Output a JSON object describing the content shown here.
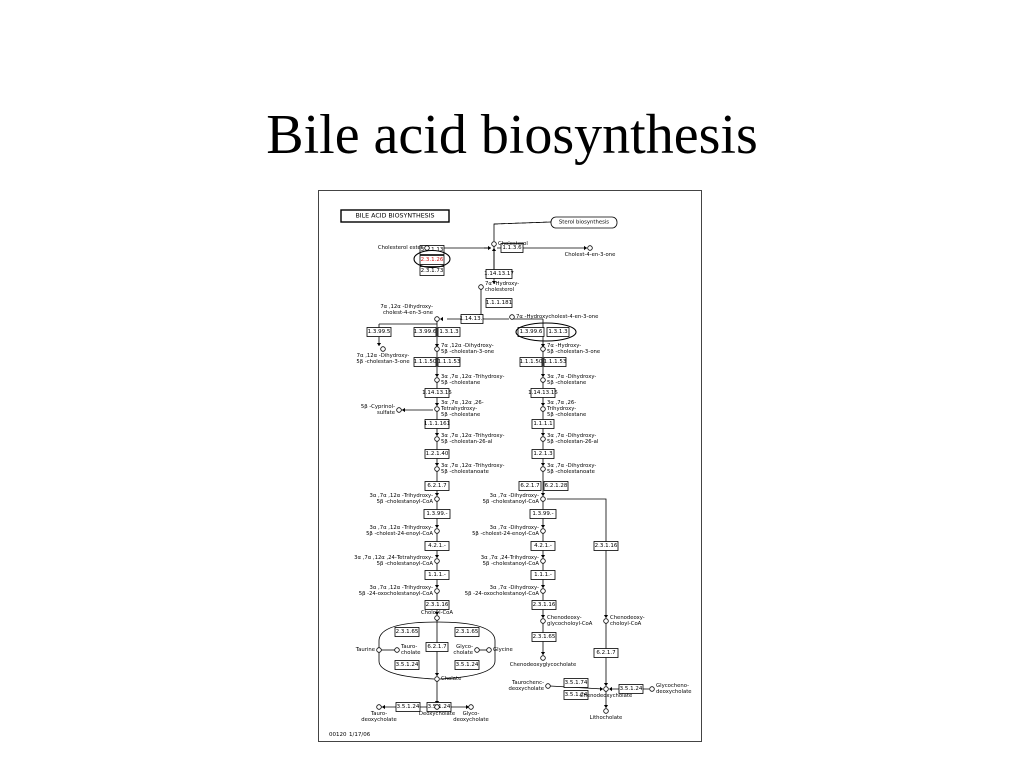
{
  "slide": {
    "title": "Bile acid biosynthesis"
  },
  "diagram": {
    "header": "BILE ACID BIOSYNTHESIS",
    "sterol_box": "Sterol biosynthesis",
    "footer_id": "00120",
    "footer_date": "1/17/06",
    "highlight_color": "#d01010",
    "enzymes": [
      {
        "id": "e1",
        "label": "3.1.1.13"
      },
      {
        "id": "e2",
        "label": "2.3.1.26",
        "highlight": true
      },
      {
        "id": "e3",
        "label": "2.3.1.73"
      },
      {
        "id": "e4",
        "label": "1.1.3.6"
      },
      {
        "id": "e5",
        "label": "1.14.13.17"
      },
      {
        "id": "e6",
        "label": "1.1.1.181"
      },
      {
        "id": "e7",
        "label": "1.14.13.-"
      },
      {
        "id": "e8",
        "label": "1.3.99.5"
      },
      {
        "id": "e9",
        "label": "1.3.99.6"
      },
      {
        "id": "e10",
        "label": "1.3.1.3"
      },
      {
        "id": "e11",
        "label": "1.3.99.6"
      },
      {
        "id": "e12",
        "label": "1.3.1.3"
      },
      {
        "id": "e13",
        "label": "1.1.1.50"
      },
      {
        "id": "e14",
        "label": "1.1.1.53"
      },
      {
        "id": "e15",
        "label": "1.1.1.50"
      },
      {
        "id": "e16",
        "label": "1.1.1.53"
      },
      {
        "id": "e17",
        "label": "1.14.13.15"
      },
      {
        "id": "e18",
        "label": "1.14.13.15"
      },
      {
        "id": "e19",
        "label": "1.1.1.161"
      },
      {
        "id": "e20",
        "label": "1.1.1.1"
      },
      {
        "id": "e21",
        "label": "1.2.1.40"
      },
      {
        "id": "e22",
        "label": "1.2.1.3"
      },
      {
        "id": "e23",
        "label": "6.2.1.7"
      },
      {
        "id": "e24",
        "label": "6.2.1.7"
      },
      {
        "id": "e25",
        "label": "6.2.1.28"
      },
      {
        "id": "e26",
        "label": "1.3.99.-"
      },
      {
        "id": "e27",
        "label": "1.3.99.-"
      },
      {
        "id": "e28",
        "label": "4.2.1.-"
      },
      {
        "id": "e29",
        "label": "4.2.1.-"
      },
      {
        "id": "e30",
        "label": "1.1.1.-"
      },
      {
        "id": "e31",
        "label": "1.1.1.-"
      },
      {
        "id": "e32",
        "label": "2.3.1.16"
      },
      {
        "id": "e33",
        "label": "2.3.1.16"
      },
      {
        "id": "e34",
        "label": "2.3.1.16"
      },
      {
        "id": "e35",
        "label": "2.3.1.65"
      },
      {
        "id": "e36",
        "label": "2.3.1.65"
      },
      {
        "id": "e37",
        "label": "6.2.1.7"
      },
      {
        "id": "e38",
        "label": "3.5.1.24"
      },
      {
        "id": "e39",
        "label": "3.5.1.24"
      },
      {
        "id": "e40",
        "label": "2.3.1.65"
      },
      {
        "id": "e41",
        "label": "6.2.1.7"
      },
      {
        "id": "e42",
        "label": "3.5.1.24"
      },
      {
        "id": "e43",
        "label": "3.5.1.24"
      },
      {
        "id": "e44",
        "label": "3.5.1.74"
      },
      {
        "id": "e45",
        "label": "3.5.1.24"
      },
      {
        "id": "e46",
        "label": "3.5.1.24"
      }
    ],
    "compounds": [
      {
        "id": "c1",
        "label": "Cholesterol ester"
      },
      {
        "id": "c2",
        "label": "Cholesterol"
      },
      {
        "id": "c3",
        "label": "Cholest-4-en-3-one"
      },
      {
        "id": "c4",
        "label": "7α -Hydroxy-\ncholesterol"
      },
      {
        "id": "c5",
        "label": "7α ,12α -Dihydroxy-\ncholest-4-en-3-one"
      },
      {
        "id": "c6",
        "label": "7α -Hydroxycholest-4-en-3-one"
      },
      {
        "id": "c7",
        "label": "7α ,12α -Dihydroxy-\n5β -cholestan-3-one"
      },
      {
        "id": "c8",
        "label": "7α ,12α -Dihydroxy-\n5β -cholestan-3-one"
      },
      {
        "id": "c9",
        "label": "7α -Hydroxy-\n5β -cholestan-3-one"
      },
      {
        "id": "c10",
        "label": "3α ,7α ,12α -Trihydroxy-\n5β -cholestane"
      },
      {
        "id": "c11",
        "label": "3α ,7α -Dihydroxy-\n5β -cholestane"
      },
      {
        "id": "c12",
        "label": "3α ,7α ,12α ,26-\nTetrahydroxy-\n5β -cholestane"
      },
      {
        "id": "c13",
        "label": "3α ,7α ,26-\nTrihydroxy-\n5β -cholestane"
      },
      {
        "id": "c14",
        "label": "5β -Cyprinol-\nsulfate"
      },
      {
        "id": "c15",
        "label": "3α ,7α ,12α -Trihydroxy-\n5β -cholestan-26-al"
      },
      {
        "id": "c16",
        "label": "3α ,7α -Dihydroxy-\n5β -cholestan-26-al"
      },
      {
        "id": "c17",
        "label": "3α ,7α ,12α -Trihydroxy-\n5β -cholestanoate"
      },
      {
        "id": "c18",
        "label": "3α ,7α -Dihydroxy-\n5β -cholestanoate"
      },
      {
        "id": "c19",
        "label": "3α ,7α ,12α -Trihydroxy-\n5β -cholestanoyl-CoA"
      },
      {
        "id": "c20",
        "label": "3α ,7α -Dihydroxy-\n5β -cholestanoyl-CoA"
      },
      {
        "id": "c21",
        "label": "3α ,7α ,12α -Trihydroxy-\n5β -cholest-24-enoyl-CoA"
      },
      {
        "id": "c22",
        "label": "3α ,7α -Dihydroxy-\n5β -cholest-24-enoyl-CoA"
      },
      {
        "id": "c23",
        "label": "3α ,7α ,12α ,24-Tetrahydroxy-\n5β -cholestanoyl-CoA"
      },
      {
        "id": "c24",
        "label": "3α ,7α ,24-Trihydroxy-\n5β -cholestanoyl-CoA"
      },
      {
        "id": "c25",
        "label": "3α ,7α ,12α -Trihydroxy-\n5β -24-oxocholestanoyl-CoA"
      },
      {
        "id": "c26",
        "label": "3α ,7α -Dihydroxy-\n5β -24-oxocholestanoyl-CoA"
      },
      {
        "id": "c27",
        "label": "Choloyl-CoA"
      },
      {
        "id": "c28",
        "label": "Chenodeoxy-\nglycocholoyl-CoA"
      },
      {
        "id": "c29",
        "label": "Chenodeoxy-\ncholoyl-CoA"
      },
      {
        "id": "c30",
        "label": "Taurine"
      },
      {
        "id": "c31",
        "label": "Tauro-\ncholate"
      },
      {
        "id": "c32",
        "label": "Glyco-\ncholate"
      },
      {
        "id": "c33",
        "label": "Glycine"
      },
      {
        "id": "c34",
        "label": "Chenodeoxyglycocholate"
      },
      {
        "id": "c35",
        "label": "Cholate"
      },
      {
        "id": "c36",
        "label": "Tauro-\ndeoxycholate"
      },
      {
        "id": "c37",
        "label": "Deoxycholate"
      },
      {
        "id": "c38",
        "label": "Glyco-\ndeoxycholate"
      },
      {
        "id": "c39",
        "label": "Taurochenc-\ndeoxycholate"
      },
      {
        "id": "c40",
        "label": "Chenodeoxycholate"
      },
      {
        "id": "c41",
        "label": "Glycocheno-\ndeoxycholate"
      },
      {
        "id": "c42",
        "label": "Lithocholate"
      }
    ]
  }
}
